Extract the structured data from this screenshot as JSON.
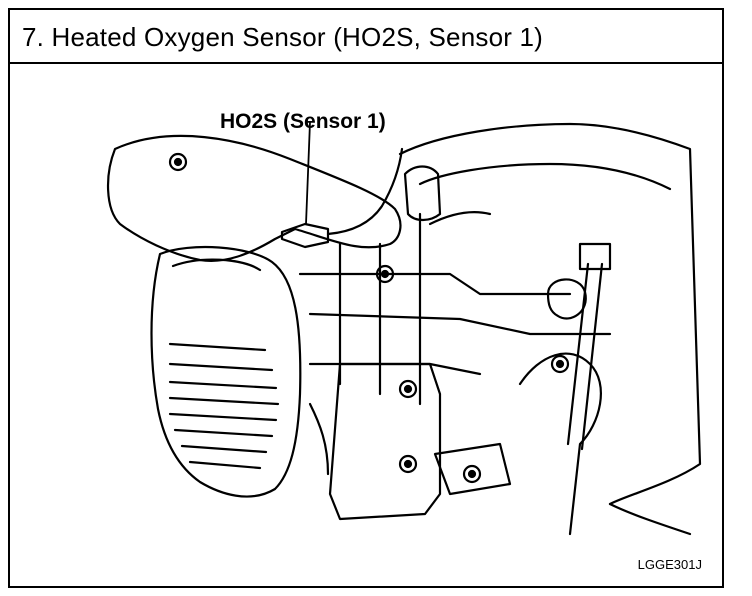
{
  "header": {
    "title": "7.  Heated Oxygen Sensor (HO2S, Sensor 1)"
  },
  "diagram": {
    "callout_label": "HO2S (Sensor 1)",
    "figure_code": "LGGE301J"
  }
}
